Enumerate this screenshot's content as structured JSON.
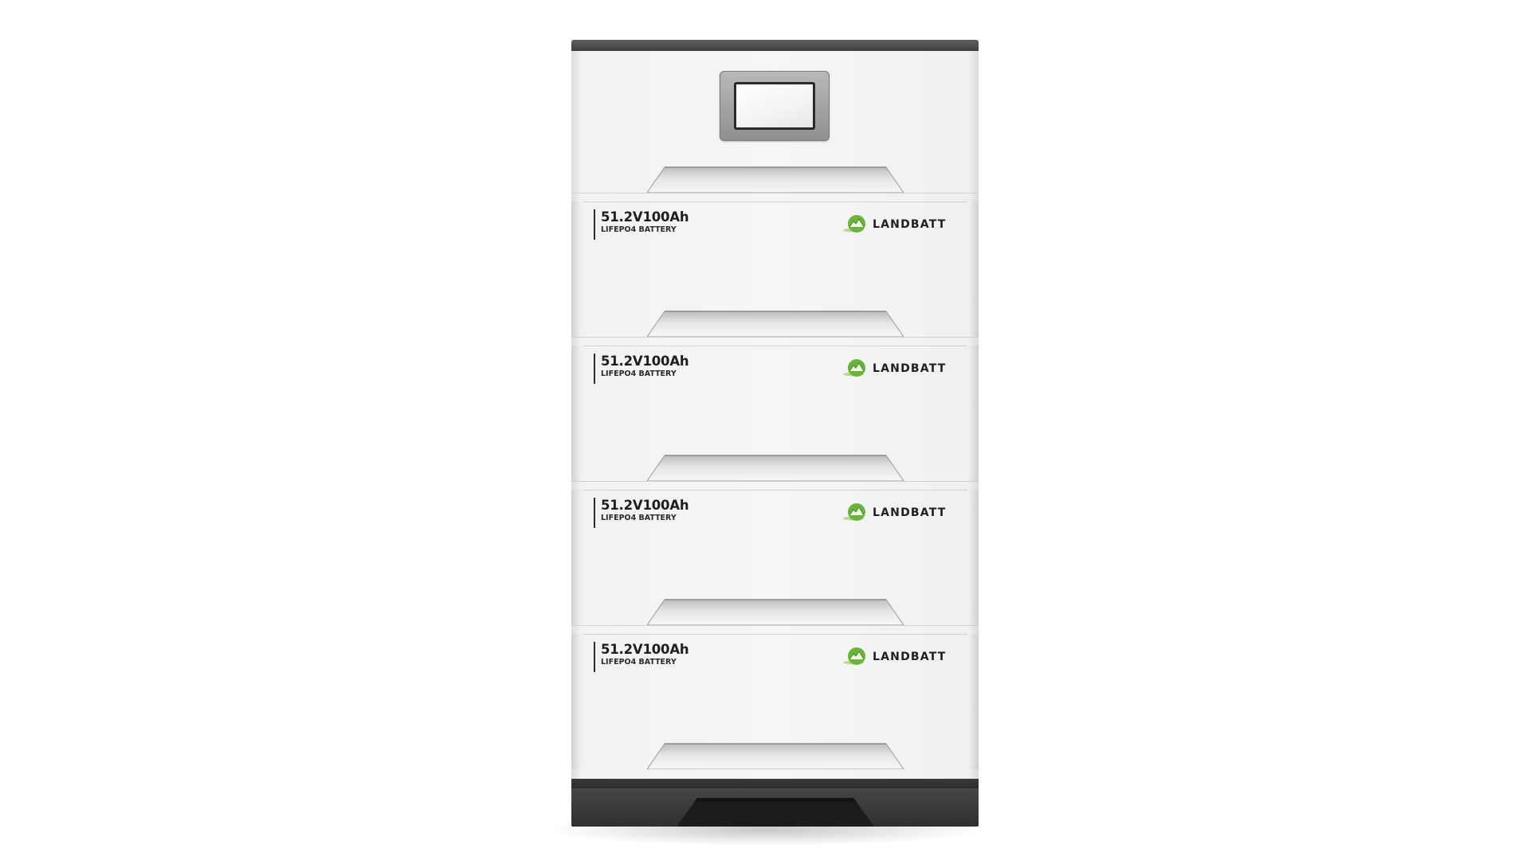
{
  "product": {
    "brand": "LANDBATT",
    "colors": {
      "brand_green": "#6ab437",
      "brand_green_dark": "#3f8a2a",
      "panel_white": "#f4f4f4",
      "frame_dark": "#3a3a3a"
    },
    "modules": [
      {
        "voltage_capacity": "51.2V100Ah",
        "chemistry": "LIFEPO4 BATTERY",
        "brand": "LANDBATT"
      },
      {
        "voltage_capacity": "51.2V100Ah",
        "chemistry": "LIFEPO4 BATTERY",
        "brand": "LANDBATT"
      },
      {
        "voltage_capacity": "51.2V100Ah",
        "chemistry": "LIFEPO4 BATTERY",
        "brand": "LANDBATT"
      },
      {
        "voltage_capacity": "51.2V100Ah",
        "chemistry": "LIFEPO4 BATTERY",
        "brand": "LANDBATT"
      }
    ],
    "icons": {
      "display": "display-screen-icon",
      "logo": "landbatt-logo-icon"
    }
  }
}
